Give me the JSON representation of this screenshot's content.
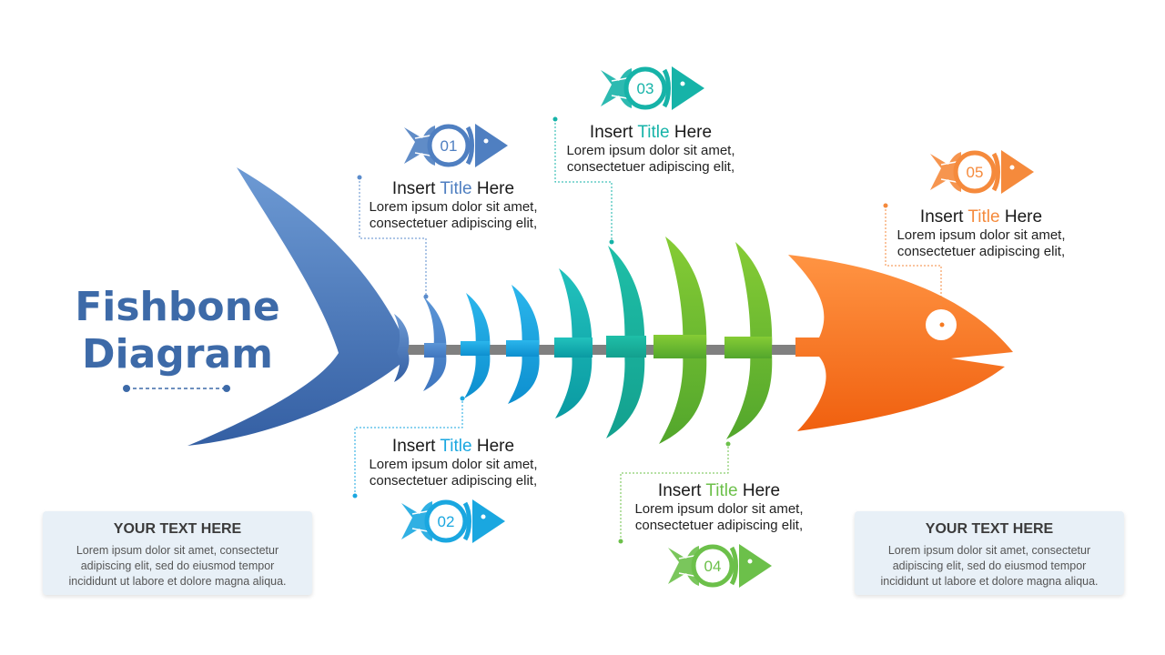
{
  "title": {
    "line1": "Fishbone",
    "line2": "Diagram"
  },
  "colors": {
    "tail": "#3f6db0",
    "bone1": "#4a86c8",
    "bone2": "#1aa0d8",
    "bone3": "#10a8b4",
    "bone4": "#4caf50",
    "head": "#f57a22",
    "spine": "#7f7f7f"
  },
  "steps": [
    {
      "num": "01",
      "head_pre": "Insert ",
      "head_mid": "Title",
      "head_post": " Here",
      "body1": "Lorem ipsum dolor sit amet,",
      "body2": "consectetuer adipiscing elit,",
      "color": "#4f7fc1"
    },
    {
      "num": "02",
      "head_pre": "Insert ",
      "head_mid": "Title",
      "head_post": " Here",
      "body1": "Lorem ipsum dolor sit amet,",
      "body2": "consectetuer adipiscing elit,",
      "color": "#1aa7e0"
    },
    {
      "num": "03",
      "head_pre": "Insert ",
      "head_mid": "Title",
      "head_post": " Here",
      "body1": "Lorem ipsum dolor sit amet,",
      "body2": "consectetuer adipiscing elit,",
      "color": "#16b3a8"
    },
    {
      "num": "04",
      "head_pre": "Insert ",
      "head_mid": "Title",
      "head_post": " Here",
      "body1": "Lorem ipsum dolor sit amet,",
      "body2": "consectetuer adipiscing elit,",
      "color": "#6cc04a"
    },
    {
      "num": "05",
      "head_pre": "Insert ",
      "head_mid": "Title",
      "head_post": " Here",
      "body1": "Lorem ipsum dolor sit amet,",
      "body2": "consectetuer adipiscing elit,",
      "color": "#f58a3c"
    }
  ],
  "cards": [
    {
      "title": "YOUR TEXT HERE",
      "body": "Lorem ipsum dolor sit amet, consectetur adipiscing elit, sed do eiusmod tempor incididunt ut labore et dolore magna aliqua."
    },
    {
      "title": "YOUR TEXT HERE",
      "body": "Lorem ipsum dolor sit amet, consectetur adipiscing elit, sed do eiusmod tempor incididunt ut labore et dolore magna aliqua."
    }
  ]
}
